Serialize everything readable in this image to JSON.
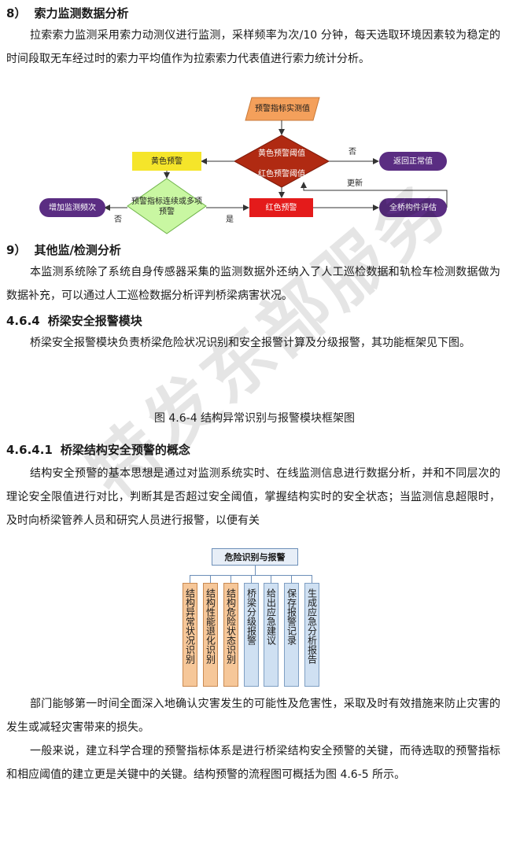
{
  "sections": {
    "s8": {
      "num": "8）",
      "title": "索力监测数据分析"
    },
    "s9": {
      "num": "9）",
      "title": "其他监/检测分析"
    },
    "s464": {
      "num": "4.6.4",
      "title": "桥梁安全报警模块"
    },
    "s4641": {
      "num": "4.6.4.1",
      "title": "桥梁结构安全预警的概念"
    }
  },
  "paragraphs": {
    "p1": "拉索索力监测采用索力动测仪进行监测，采样频率为次/10 分钟，每天选取环境因素较为稳定的时间段取无车经过时的索力平均值作为拉索索力代表值进行索力统计分析。",
    "p2": "本监测系统除了系统自身传感器采集的监测数据外还纳入了人工巡检数据和轨检车检测数据做为数据补充，可以通过人工巡检数据分析评判桥梁病害状况。",
    "p3": "桥梁安全报警模块负责桥梁危险状况识别和安全报警计算及分级报警，其功能框架见下图。",
    "p4": "结构安全预警的基本思想是通过对监测系统实时、在线监测信息进行数据分析，并和不同层次的理论安全限值进行对比，判断其是否超过安全阈值，掌握结构实时的安全状态；当监测信息超限时，及时向桥梁管养人员和研究人员进行报警，以便有关",
    "p5": "部门能够第一时间全面深入地确认灾害发生的可能性及危害性，采取及时有效措施来防止灾害的发生或减轻灾害带来的损失。",
    "p6": "一般来说，建立科学合理的预警指标体系是进行桥梁结构安全预警的关键，而待选取的预警指标和相应阈值的建立更是关键中的关键。结构预警的流程图可概括为图 4.6-5 所示。"
  },
  "flowchart": {
    "input": "预警指标实测值",
    "diamond_top": "黄色预警阈值",
    "diamond_bottom": "红色预警阈值",
    "yellow_alarm": "黄色预警",
    "return_normal": "返回正常值",
    "check_diamond": "预警指标连续或多项预警",
    "increase_freq": "增加监测频次",
    "red_alarm": "红色预警",
    "full_eval": "全桥构件评估",
    "label_no1": "否",
    "label_update": "更新",
    "label_no2": "否",
    "label_yes": "是"
  },
  "figure_caption": "图 4.6-4   结构异常识别与报警模块框架图",
  "org_chart": {
    "root": "危险识别与报警",
    "items": [
      {
        "text": "结构异常状况识别",
        "color": "orange"
      },
      {
        "text": "结构性能退化识别",
        "color": "orange"
      },
      {
        "text": "结构危险状态识别",
        "color": "orange"
      },
      {
        "text": "桥梁分级报警",
        "color": "blue"
      },
      {
        "text": "给出应急建议",
        "color": "blue"
      },
      {
        "text": "保存报警记录",
        "color": "blue"
      },
      {
        "text": "生成应急分析报告",
        "color": "blue"
      }
    ]
  },
  "watermark": "特发东部服务",
  "colors": {
    "yellow": "#f5e52a",
    "purple": "#5a2d82",
    "red": "#e41b1b",
    "orange": "#f4a05b",
    "dark_red": "#b02a12",
    "green": "#c9f7a2"
  }
}
